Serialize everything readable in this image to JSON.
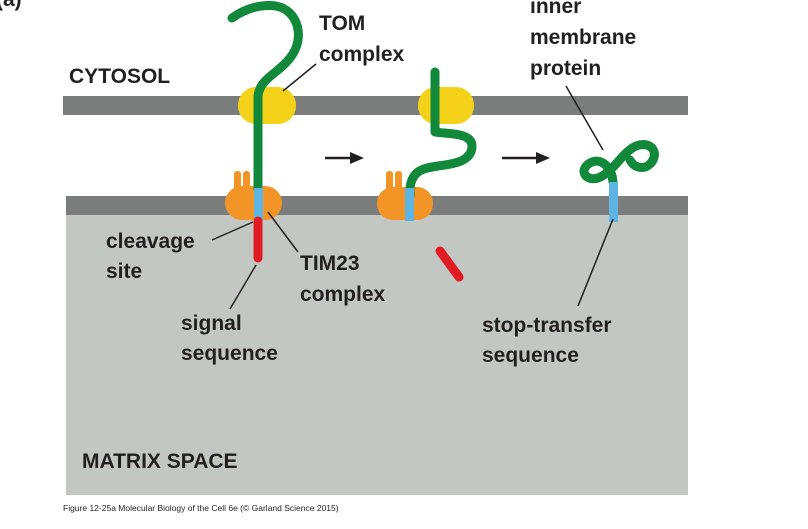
{
  "panel_letter": "(a)",
  "regions": {
    "cytosol": "CYTOSOL",
    "matrix": "MATRIX SPACE"
  },
  "labels": {
    "tom_line1": "TOM",
    "tom_line2": "complex",
    "inner_line1": "inner",
    "inner_line2": "membrane",
    "inner_line3": "protein",
    "cleavage_line1": "cleavage",
    "cleavage_line2": "site",
    "tim_line1": "TIM23",
    "tim_line2": "complex",
    "signal_line1": "signal",
    "signal_line2": "sequence",
    "stop_line1": "stop-transfer",
    "stop_line2": "sequence"
  },
  "caption": "Figure 12-25a  Molecular Biology of the Cell 6e (© Garland Science 2015)",
  "colors": {
    "membrane": "#7a7d7c",
    "matrix": "#c3c7c4",
    "tom": "#f5d21a",
    "tim": "#f39426",
    "protein": "#12893a",
    "stop_transfer": "#5eb5e3",
    "signal": "#e01b24",
    "text": "#231f20"
  }
}
